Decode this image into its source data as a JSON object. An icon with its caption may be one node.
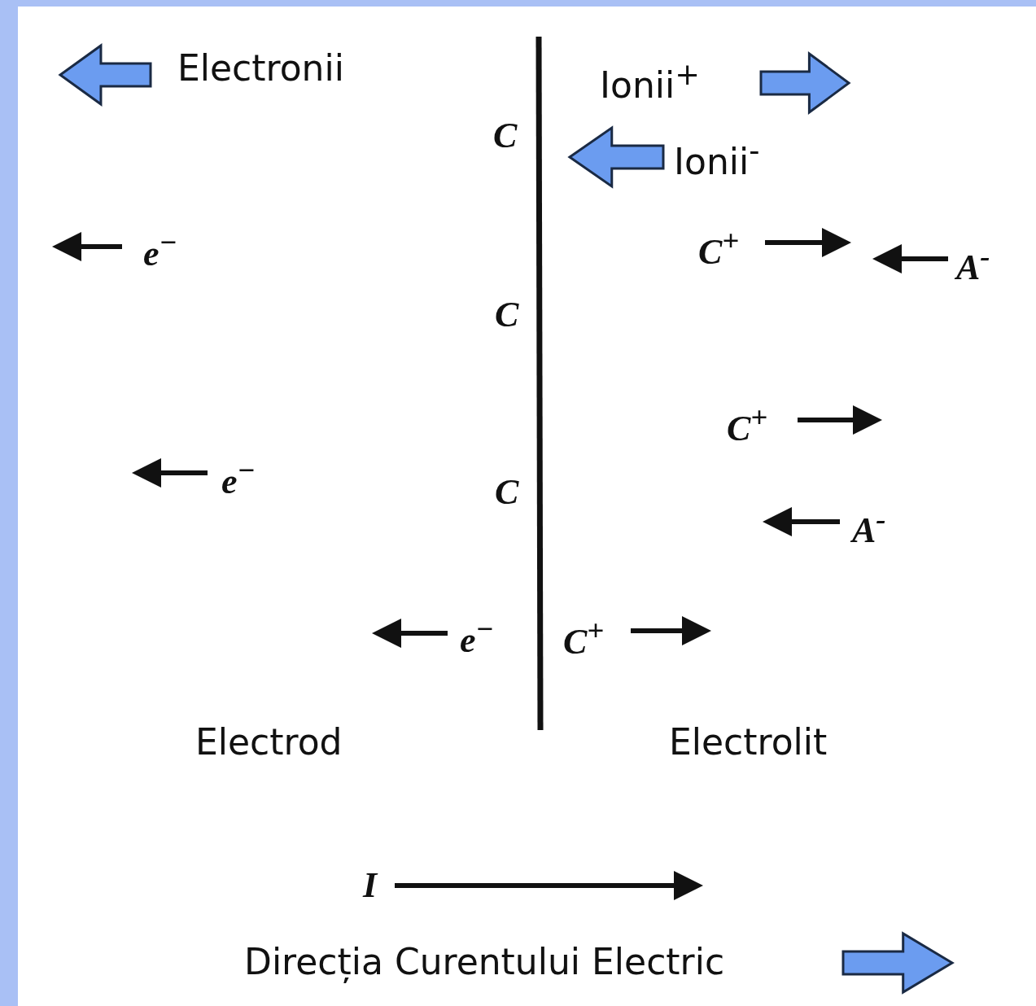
{
  "diagram": {
    "labels": [
      "Electronii",
      "Ionii$^{+}$",
      "C",
      "Ionii$^{-}$",
      "e$^{−}$",
      "C$^{+}$",
      "A$^{-}$",
      "C",
      "C$^{+}$",
      "e$^{−}$",
      "C",
      "A$^{-}$",
      "e$^{−}$",
      "C$^{+}$",
      "Electrod",
      "Electrolit",
      "I",
      "Direcția Curentului Electric"
    ]
  }
}
